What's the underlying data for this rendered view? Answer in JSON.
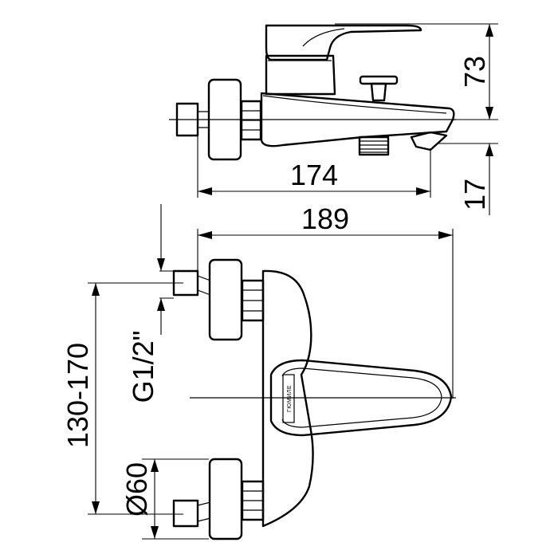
{
  "dimensions": {
    "height_73": "73",
    "length_174": "174",
    "length_189": "189",
    "height_17": "17",
    "centers_130_170": "130-170",
    "thread_g12": "G1/2\"",
    "diameter_60": "Ø60"
  },
  "brand_mark": "ГЮМИЛЕ"
}
